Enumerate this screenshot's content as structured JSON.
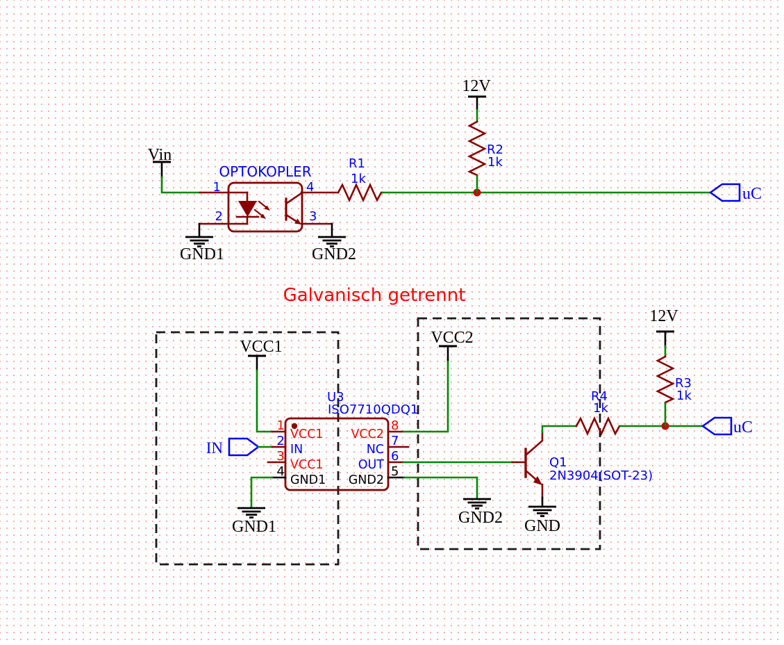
{
  "schematic": {
    "note": "Galvanisch getrennt",
    "colors": {
      "wire": "#008800",
      "component_outline": "#880000",
      "label_blue": "#0000ff",
      "pin_red": "#ff0000",
      "note_red": "#ff0000",
      "junction": "#cc0000",
      "grid_dot": "#ffaaaa"
    },
    "top": {
      "vin": "Vin",
      "rail_12v": "12V",
      "optocoupler": {
        "label": "OPTOKOPLER",
        "pin1": "1",
        "pin2": "2",
        "pin3": "3",
        "pin4": "4"
      },
      "gnd1": "GND1",
      "gnd2": "GND2",
      "r1": {
        "ref": "R1",
        "value": "1k"
      },
      "r2": {
        "ref": "R2",
        "value": "1k"
      },
      "uc_flag": "uC"
    },
    "bottom": {
      "vcc1": "VCC1",
      "vcc2": "VCC2",
      "rail_12v": "12V",
      "in_flag": "IN",
      "u3": {
        "ref": "U3",
        "part": "ISO7710QDQ1",
        "pins_left": [
          {
            "num": "1",
            "name": "VCC1"
          },
          {
            "num": "2",
            "name": "IN"
          },
          {
            "num": "3",
            "name": "VCC1"
          },
          {
            "num": "4",
            "name": "GND1"
          }
        ],
        "pins_right": [
          {
            "num": "8",
            "name": "VCC2"
          },
          {
            "num": "7",
            "name": "NC"
          },
          {
            "num": "6",
            "name": "OUT"
          },
          {
            "num": "5",
            "name": "GND2"
          }
        ]
      },
      "gnd1": "GND1",
      "gnd2": "GND2",
      "gnd": "GND",
      "q1": {
        "ref": "Q1",
        "part": "2N3904(SOT-23)"
      },
      "r3": {
        "ref": "R3",
        "value": "1k"
      },
      "r4": {
        "ref": "R4",
        "value": "1k"
      },
      "uc_flag": "uC"
    }
  }
}
